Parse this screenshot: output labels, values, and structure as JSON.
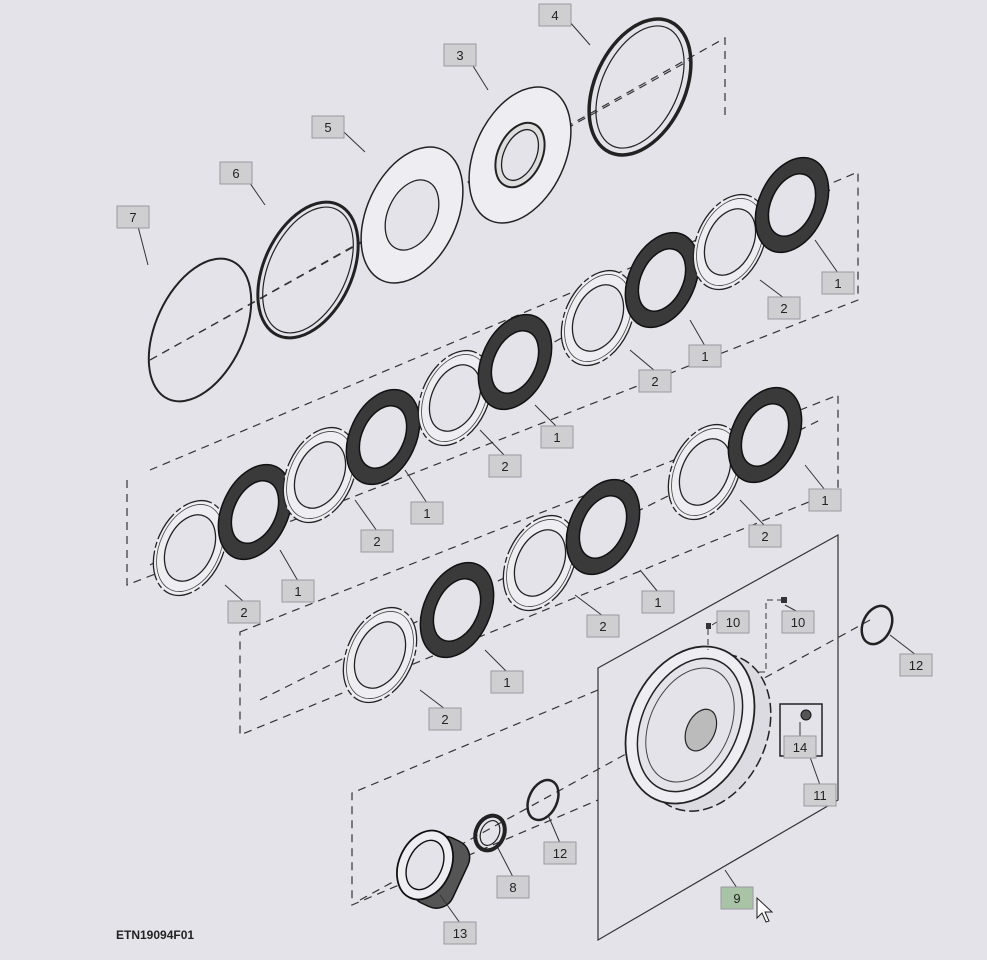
{
  "figure_id": "ETN19094F01",
  "selected_callout": "9",
  "colors": {
    "background": "#e4e3ea",
    "callout_fill": "#cfcfd2",
    "selected_callout_fill": "#a9c3a6",
    "disc_fill": "#3a3a3a"
  },
  "callouts": [
    "4",
    "3",
    "5",
    "6",
    "7",
    "1",
    "2",
    "1",
    "2",
    "1",
    "2",
    "1",
    "2",
    "1",
    "2",
    "1",
    "2",
    "1",
    "2",
    "1",
    "2",
    "10",
    "10",
    "12",
    "14",
    "11",
    "12",
    "8",
    "13",
    "9"
  ],
  "cursor": "arrow-pointer"
}
